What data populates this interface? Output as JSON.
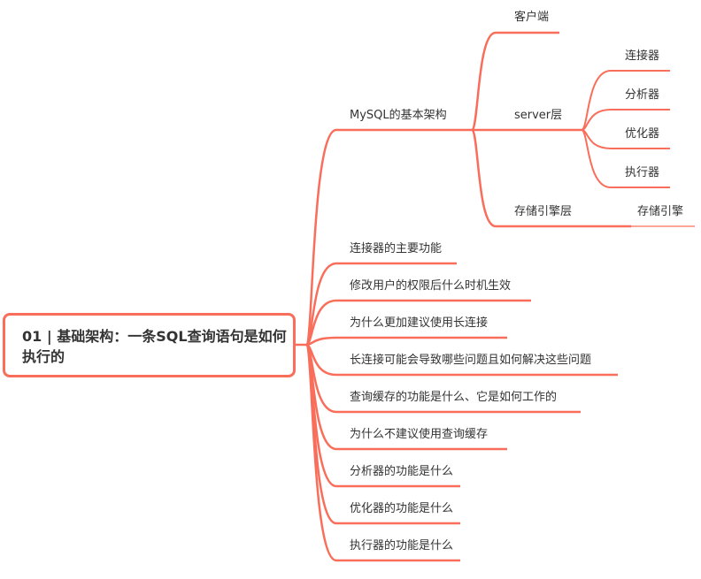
{
  "color": "#f96e5a",
  "root": {
    "title": "01 | 基础架构：一条SQL查询语句是如何执行的"
  },
  "branches": [
    {
      "label": "MySQL的基本架构",
      "children": [
        {
          "label": "客户端"
        },
        {
          "label": "server层",
          "children": [
            {
              "label": "连接器"
            },
            {
              "label": "分析器"
            },
            {
              "label": "优化器"
            },
            {
              "label": "执行器"
            }
          ]
        },
        {
          "label": "存储引擎层",
          "children": [
            {
              "label": "存储引擎"
            }
          ]
        }
      ]
    },
    {
      "label": "连接器的主要功能"
    },
    {
      "label": "修改用户的权限后什么时机生效"
    },
    {
      "label": "为什么更加建议使用长连接"
    },
    {
      "label": "长连接可能会导致哪些问题且如何解决这些问题"
    },
    {
      "label": "查询缓存的功能是什么、它是如何工作的"
    },
    {
      "label": "为什么不建议使用查询缓存"
    },
    {
      "label": "分析器的功能是什么"
    },
    {
      "label": "优化器的功能是什么"
    },
    {
      "label": "执行器的功能是什么"
    }
  ]
}
